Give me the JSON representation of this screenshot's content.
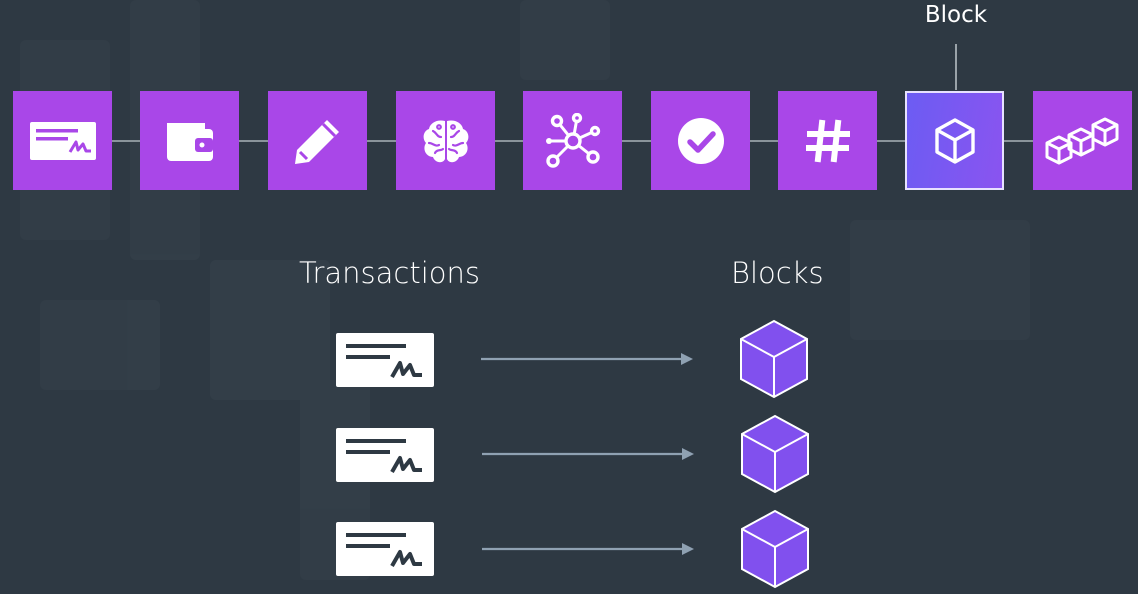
{
  "callout": {
    "label": "Block"
  },
  "pipeline": {
    "active_index": 7,
    "steps": [
      {
        "icon": "transaction-check-icon"
      },
      {
        "icon": "wallet-icon"
      },
      {
        "icon": "pencil-icon"
      },
      {
        "icon": "brain-icon"
      },
      {
        "icon": "network-nodes-icon"
      },
      {
        "icon": "checkmark-circle-icon"
      },
      {
        "icon": "hash-icon"
      },
      {
        "icon": "cube-icon"
      },
      {
        "icon": "chained-cubes-icon"
      }
    ]
  },
  "mapping": {
    "left_heading": "Transactions",
    "right_heading": "Blocks",
    "rows": [
      {
        "from": "transaction-check-icon",
        "to": "cube-icon"
      },
      {
        "from": "transaction-check-icon",
        "to": "cube-icon"
      },
      {
        "from": "transaction-check-icon",
        "to": "cube-icon"
      }
    ]
  },
  "colors": {
    "background": "#2e3943",
    "step_purple": "#a947e8",
    "active_step_gradient_start": "#6c5cf3",
    "active_step_gradient_end": "#8a54f0",
    "cube_purple": "#8150ee",
    "arrow": "#8fa1b2",
    "line": "#8a949b"
  }
}
